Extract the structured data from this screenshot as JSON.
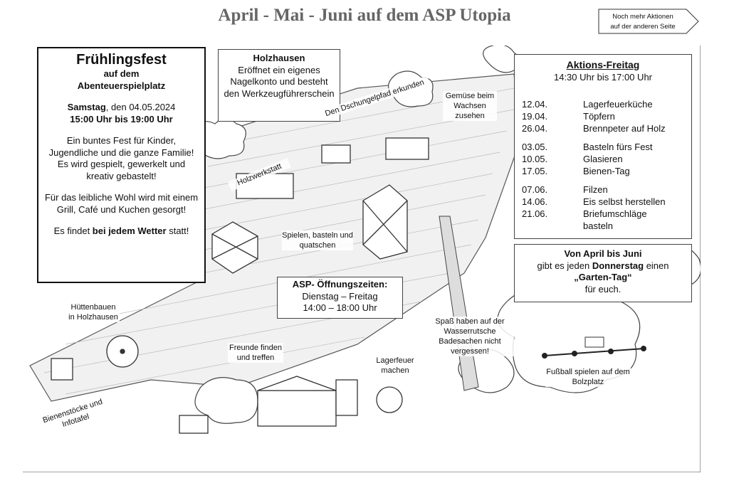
{
  "header": {
    "title": "April - Mai - Juni auf dem ASP Utopia"
  },
  "note": {
    "line1": "Noch mehr Aktionen",
    "line2": "auf der anderen Seite"
  },
  "fest": {
    "title": "Frühlingsfest",
    "sub1": "auf dem",
    "sub2": "Abenteuerspielplatz",
    "day": "Samstag",
    "date_text": ", den 04.05.2024",
    "time": "15:00 Uhr bis 19:00 Uhr",
    "desc1": "Ein buntes Fest für Kinder, Jugendliche und die ganze Familie!",
    "desc2": "Es wird gespielt, gewerkelt und kreativ gebastelt!",
    "desc3": "Für das leibliche Wohl wird mit einem Grill, Café und Kuchen gesorgt!",
    "weather_pre": "Es findet ",
    "weather_bold": "bei jedem Wetter",
    "weather_post": " statt!"
  },
  "holzhausen_box": {
    "title": "Holzhausen",
    "text": "Eröffnet ein eigenes Nagelkonto und besteht den Werkzeugführerschein"
  },
  "aktion": {
    "title": "Aktions-Freitag",
    "time": "14:30 Uhr bis 17:00 Uhr",
    "items": [
      {
        "date": "12.04.",
        "label": "Lagerfeuerküche"
      },
      {
        "date": "19.04.",
        "label": "Töpfern"
      },
      {
        "date": "26.04.",
        "label": "Brennpeter auf Holz"
      },
      {
        "date": "03.05.",
        "label": "Basteln fürs Fest"
      },
      {
        "date": "10.05.",
        "label": "Glasieren"
      },
      {
        "date": "17.05.",
        "label": "Bienen-Tag"
      },
      {
        "date": "07.06.",
        "label": "Filzen"
      },
      {
        "date": "14.06.",
        "label": "Eis selbst herstellen"
      },
      {
        "date": "21.06.",
        "label": "Briefumschläge"
      },
      {
        "date": "",
        "label": "basteln"
      }
    ]
  },
  "garten": {
    "line1": "Von April bis Juni",
    "line2_pre": "gibt es jeden ",
    "line2_bold": "Donnerstag",
    "line2_post": " einen",
    "line3": "„Garten-Tag“",
    "line4": "für euch."
  },
  "opening": {
    "title": "ASP- Öffnungszeiten:",
    "days": "Dienstag – Freitag",
    "hours": "14:00 – 18:00 Uhr"
  },
  "labels": {
    "dschungel": "Den Dschungelpfad erkunden",
    "gemuese": "Gemüse beim Wachsen zusehen",
    "holzwerkstatt": "Holzwerkstatt",
    "spielen": "Spielen, basteln und quatschen",
    "huetten": "Hüttenbauen in Holzhausen",
    "freunde": "Freunde finden und treffen",
    "lagerfeuer": "Lagerfeuer machen",
    "spass": "Spaß haben auf der Wasserrutsche Badesachen nicht vergessen!",
    "fussball": "Fußball spielen auf dem Bolzplatz",
    "bienen": "Bienenstöcke und Infotafel"
  }
}
